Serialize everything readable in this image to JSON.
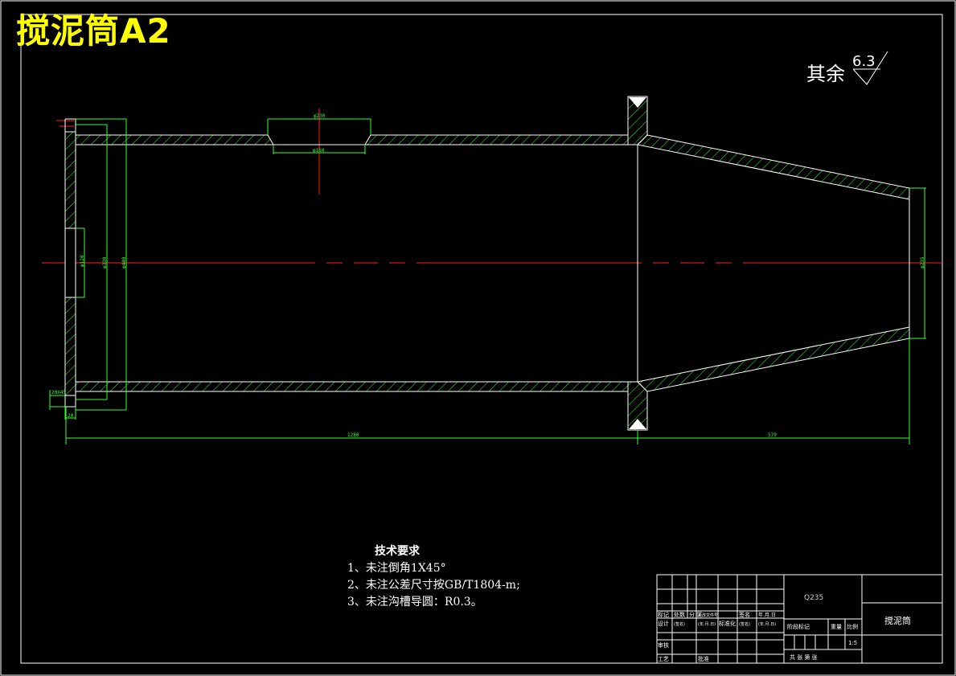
{
  "title": "搅泥筒A2",
  "surface_finish": {
    "label": "其余",
    "value": "6.3"
  },
  "dimensions": {
    "overall_left": "1280",
    "overall_right": "570",
    "hole_top_outer": "φ230",
    "hole_top_inner": "φ160",
    "left_dia_1": "φ330",
    "left_dia_2": "φ440",
    "left_small": "φ120",
    "right_dia": "φ235",
    "bottom_small_1": "20X45",
    "bottom_small_2": "20"
  },
  "tech_requirements": {
    "heading": "技术要求",
    "items": [
      "1、未注倒角1X45°",
      "2、未注公差尺寸按GB/T1804-m;",
      "3、未注沟槽导圆：R0.3。"
    ]
  },
  "title_block": {
    "material": "Q235",
    "part_name": "搅泥筒",
    "row_labels": [
      "标记",
      "处数",
      "分 区",
      "更改文件号",
      "签名",
      "年.月.日"
    ],
    "design": "设计",
    "standardization": "标准化",
    "audit": "审核",
    "process": "工艺",
    "approve": "批准",
    "stage_mark": "阶段标记",
    "weight": "重量",
    "scale": "比例",
    "scale_value": "1:5",
    "sheet_info": "共 张 第 张",
    "sign_small": "(签名)",
    "date_small": "(年.月.日)"
  }
}
